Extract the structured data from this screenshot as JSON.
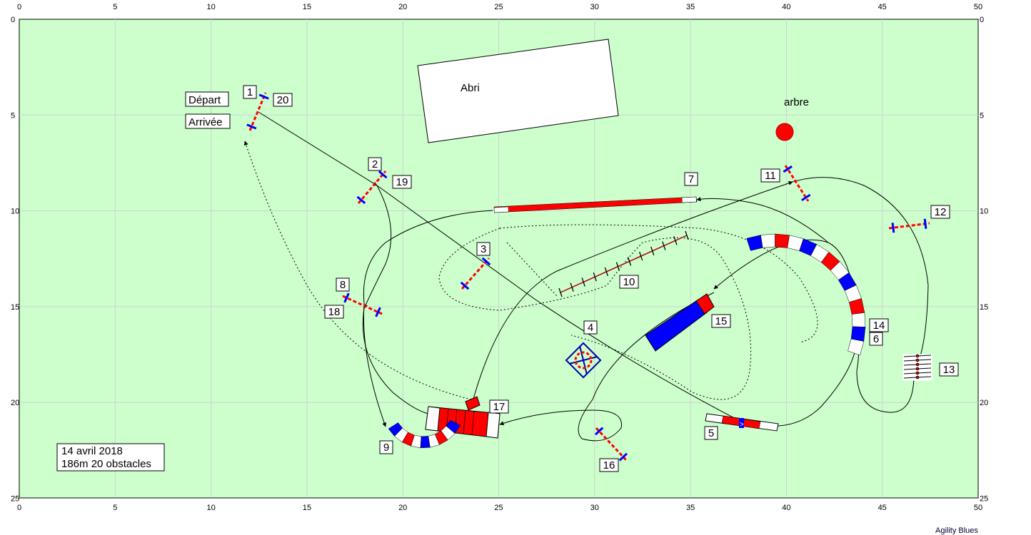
{
  "field": {
    "width_m": 50,
    "height_m": 25,
    "ruler_step_m": 5,
    "background": "#ccffcc"
  },
  "ruler": {
    "x_labels": [
      "0",
      "5",
      "10",
      "15",
      "20",
      "25",
      "30",
      "35",
      "40",
      "45",
      "50"
    ],
    "y_labels": [
      "0",
      "5",
      "10",
      "15",
      "20",
      "25"
    ]
  },
  "texts": {
    "shelter": "Abri",
    "tree": "arbre",
    "start": "Départ",
    "finish": "Arrivée",
    "date": "14 avril 2018",
    "summary": "186m 20 obstacles",
    "footer": "Agility Blues"
  },
  "colors": {
    "red": "#ff0000",
    "blue": "#0000ff",
    "white": "#ffffff",
    "grid": "#d0d0d0",
    "path": "#000000"
  },
  "obstacle_labels": [
    "1",
    "20",
    "2",
    "19",
    "3",
    "4",
    "5",
    "6",
    "7",
    "8",
    "18",
    "9",
    "10",
    "11",
    "12",
    "13",
    "14",
    "15",
    "16",
    "17"
  ],
  "icons": {
    "tree": "tree-icon",
    "shelter": "shelter-shape"
  }
}
